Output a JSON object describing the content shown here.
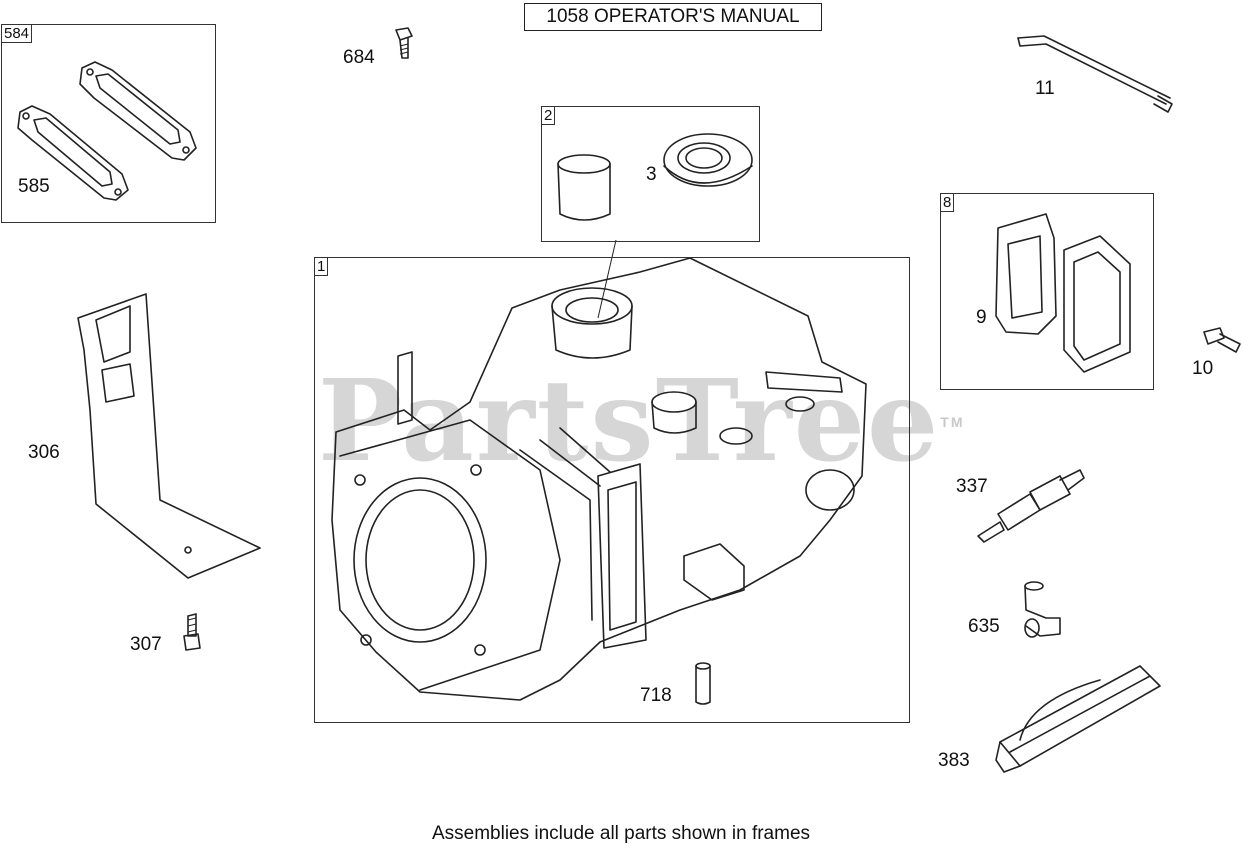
{
  "title": "1058 OPERATOR'S MANUAL",
  "caption": "Assemblies include all parts shown in frames",
  "watermark": {
    "text": "PartsTree",
    "tm": "TM"
  },
  "frames": {
    "f584": "584",
    "f2": "2",
    "f1": "1",
    "f8": "8"
  },
  "parts": {
    "p585": "585",
    "p684": "684",
    "p3": "3",
    "p11": "11",
    "p9": "9",
    "p10": "10",
    "p306": "306",
    "p307": "307",
    "p718": "718",
    "p337": "337",
    "p635": "635",
    "p383": "383"
  }
}
